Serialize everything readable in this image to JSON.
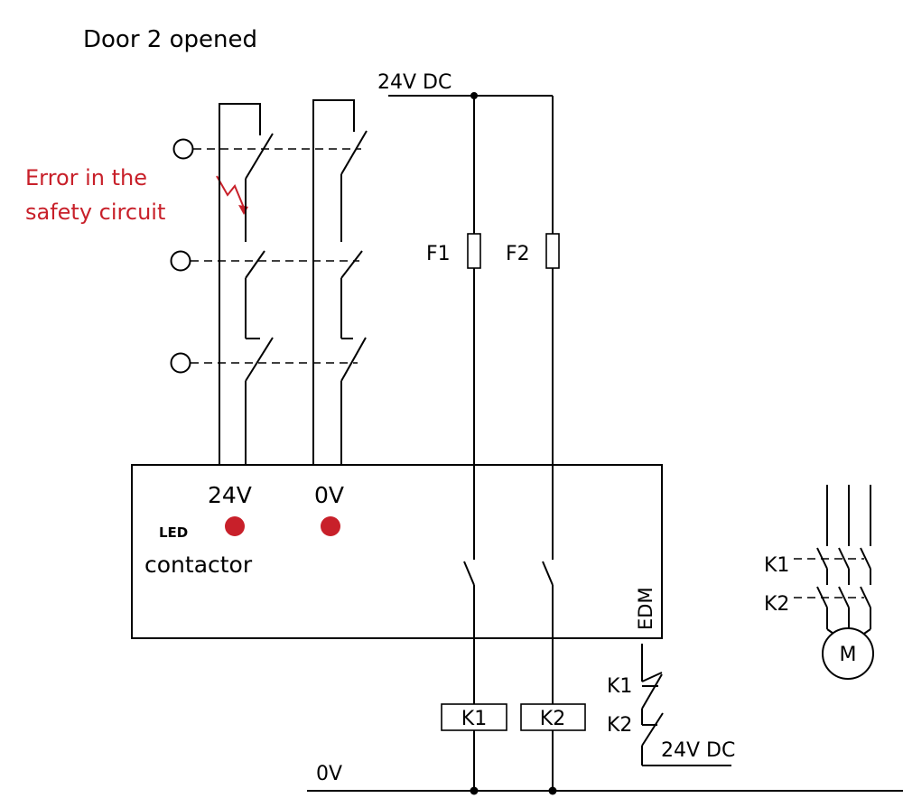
{
  "title": "Door 2 opened",
  "error_label": {
    "line1": "Error in the",
    "line2": "safety circuit"
  },
  "supply": {
    "top": "24V DC",
    "bottom": "0V",
    "edm_supply": "24V DC"
  },
  "fuses": [
    "F1",
    "F2"
  ],
  "relay": {
    "terminal_24v": "24V",
    "terminal_0v": "0V",
    "led_label": "LED",
    "contactor_label": "contactor",
    "edm_label": "EDM",
    "led_color": "#c8202a"
  },
  "coils": [
    "K1",
    "K2"
  ],
  "feedback_contacts": [
    "K1",
    "K2"
  ],
  "motor": {
    "contacts": [
      "K1",
      "K2"
    ],
    "symbol": "M"
  },
  "colors": {
    "error": "#c8202a",
    "line": "#000000"
  }
}
